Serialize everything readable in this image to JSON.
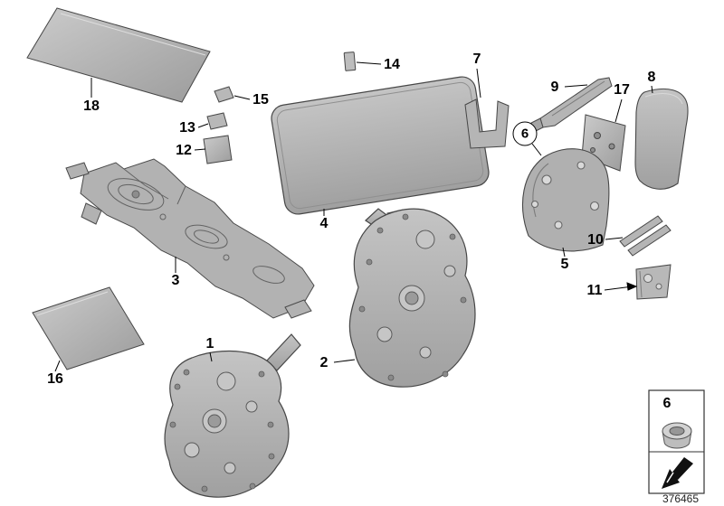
{
  "diagram": {
    "number": "376465"
  },
  "labels": {
    "p1": "1",
    "p2": "2",
    "p3": "3",
    "p4": "4",
    "p5": "5",
    "p6": "6",
    "p7": "7",
    "p8": "8",
    "p9": "9",
    "p10": "10",
    "p11": "11",
    "p12": "12",
    "p13": "13",
    "p14": "14",
    "p15": "15",
    "p16": "16",
    "p17": "17",
    "p18": "18"
  },
  "legend": {
    "number": "6",
    "icons": [
      "grommet-icon",
      "direction-arrow-icon"
    ]
  },
  "colors": {
    "background": "#ffffff",
    "part_fill_light": "#c8c8c8",
    "part_fill_dark": "#9d9d9d",
    "outline": "#474747",
    "label_text": "#000000"
  }
}
